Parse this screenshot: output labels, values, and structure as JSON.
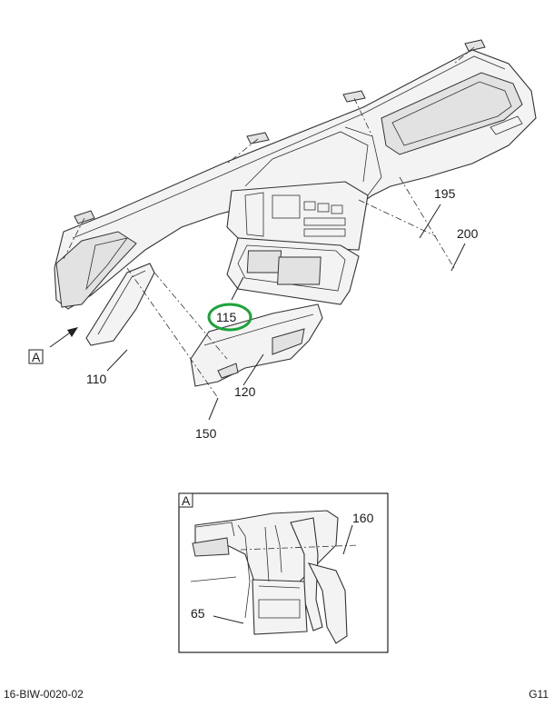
{
  "callouts": {
    "c195": "195",
    "c200": "200",
    "c115": "115",
    "c110": "110",
    "c120": "120",
    "c150": "150",
    "c160": "160",
    "c65": "65"
  },
  "view_label": "A",
  "inset_label": "A",
  "highlight_color": "#1aa33a",
  "footer": {
    "drawing_id": "16-BIW-0020-02",
    "page_code": "G11"
  }
}
